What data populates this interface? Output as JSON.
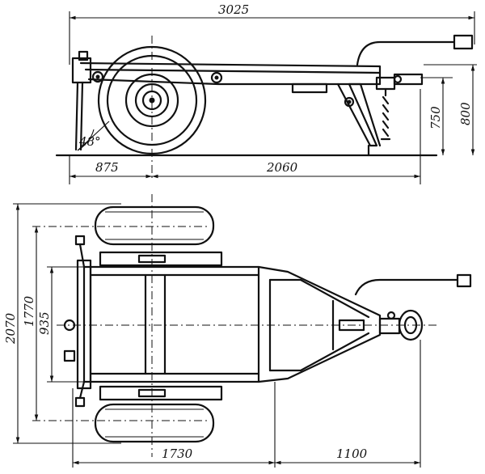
{
  "dimensions": {
    "overall_length": "3025",
    "front_overhang": "875",
    "wheelbase_to_hitch": "2060",
    "hitch_height": "750",
    "frame_height": "800",
    "angle": "48°",
    "overall_width": "2070",
    "track_width": "1770",
    "frame_width": "935",
    "plan_rear_length": "1730",
    "drawbar_length": "1100"
  }
}
